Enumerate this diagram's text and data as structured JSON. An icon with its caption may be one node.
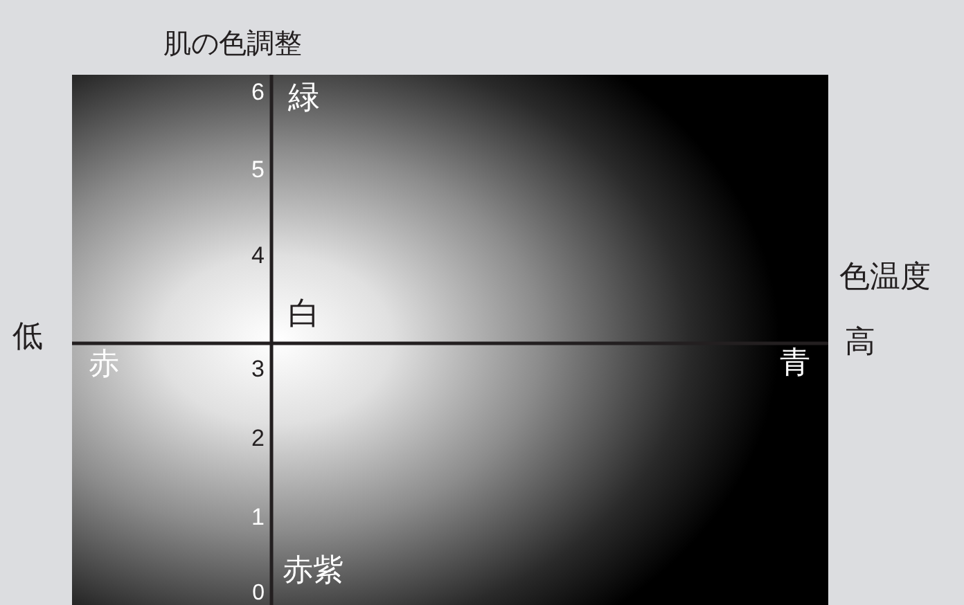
{
  "diagram": {
    "labels": [
      "肌の色調整",
      "6",
      "緑",
      "5",
      "4",
      "色温度",
      "白",
      "低",
      "赤",
      "3",
      "青",
      "高",
      "2",
      "1",
      "赤紫",
      "0"
    ]
  }
}
